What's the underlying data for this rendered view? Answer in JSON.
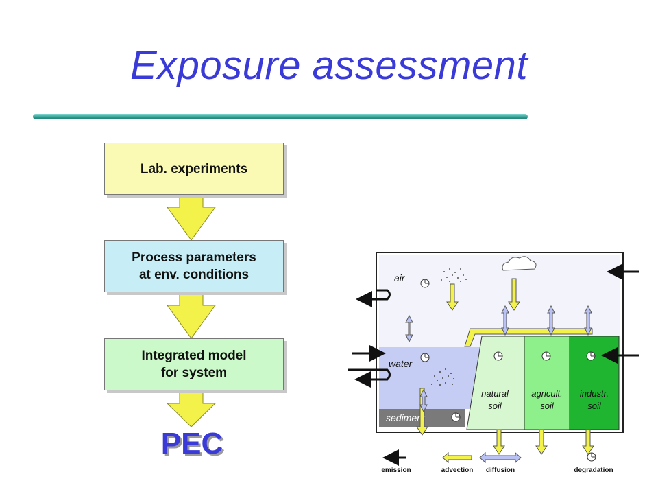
{
  "title": "Exposure assessment",
  "flow": {
    "box1": "Lab. experiments",
    "box2_line1": "Process parameters",
    "box2_line2": "at env. conditions",
    "box3_line1": "Integrated model",
    "box3_line2": "for system",
    "result": "PEC"
  },
  "model": {
    "air": "air",
    "water": "water",
    "sediment": "sediment",
    "natural_soil_1": "natural",
    "natural_soil_2": "soil",
    "agri_soil_1": "agricult.",
    "agri_soil_2": "soil",
    "indus_soil_1": "industr.",
    "indus_soil_2": "soil"
  },
  "legend": {
    "emission": "emission",
    "advection": "advection",
    "diffusion": "diffusion",
    "degradation": "degradation"
  },
  "colors": {
    "title": "#3a3ad8",
    "arrow_yellow": "#f2f24a",
    "box1": "#fafab4",
    "box2": "#c7eef6",
    "box3": "#ccf9c9",
    "natural_soil": "#d6f7cf",
    "agri_soil": "#8ef08a",
    "indus_soil": "#1fb531",
    "water": "#c5cdf4",
    "air": "#f2f3fb"
  }
}
